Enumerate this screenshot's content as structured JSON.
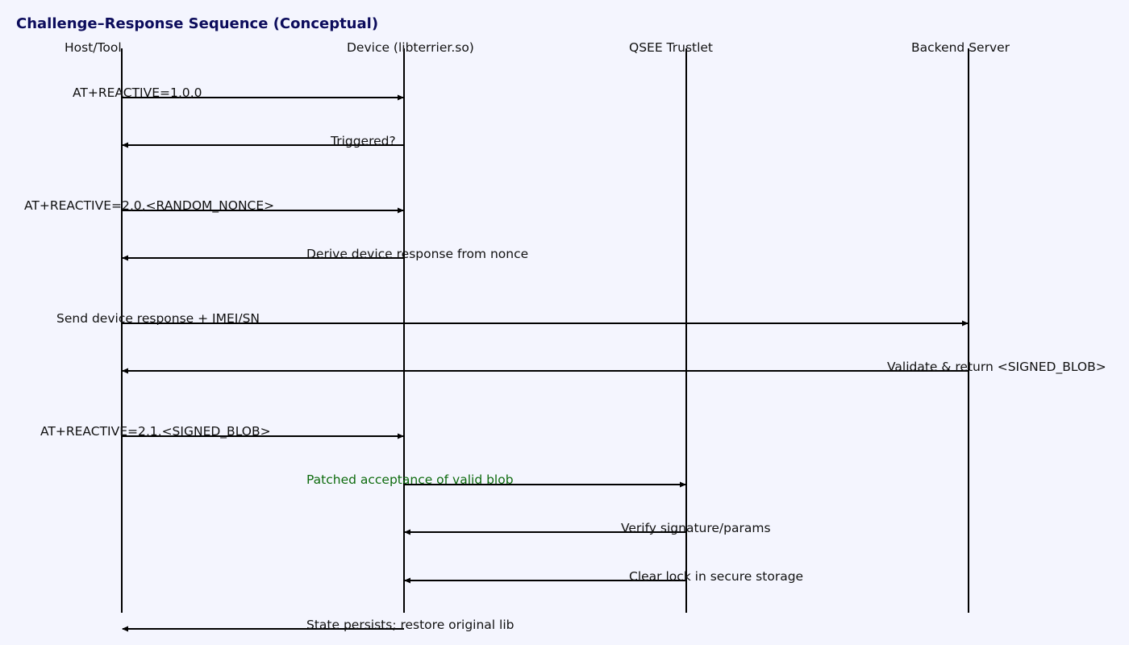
{
  "title": "Challenge–Response Sequence (Conceptual)",
  "actors": [
    {
      "id": "host",
      "label": "Host/Tool"
    },
    {
      "id": "device",
      "label": "Device (libterrier.so)"
    },
    {
      "id": "qsee",
      "label": "QSEE Trustlet"
    },
    {
      "id": "backend",
      "label": "Backend Server"
    }
  ],
  "messages": [
    {
      "from": "host",
      "to": "device",
      "label": "AT+REACTIVE=1,0,0"
    },
    {
      "from": "device",
      "to": "host",
      "label": "Triggered?"
    },
    {
      "from": "host",
      "to": "device",
      "label": "AT+REACTIVE=2,0,<RANDOM_NONCE>"
    },
    {
      "from": "device",
      "to": "host",
      "label": "Derive device response from nonce"
    },
    {
      "from": "host",
      "to": "backend",
      "label": "Send device response + IMEI/SN"
    },
    {
      "from": "backend",
      "to": "host",
      "label": "Validate & return <SIGNED_BLOB>"
    },
    {
      "from": "host",
      "to": "device",
      "label": "AT+REACTIVE=2,1,<SIGNED_BLOB>"
    },
    {
      "from": "device",
      "to": "qsee",
      "label": "Patched acceptance of valid blob",
      "highlight": true
    },
    {
      "from": "qsee",
      "to": "device",
      "label": "Verify signature/params"
    },
    {
      "from": "qsee",
      "to": "device",
      "label": "Clear lock in secure storage"
    },
    {
      "from": "device",
      "to": "host",
      "label": "State persists; restore original lib"
    }
  ],
  "colors": {
    "background": "#f4f5fe",
    "title": "#0c0c5c",
    "line": "#000000",
    "highlight": "#0e6b0e"
  }
}
